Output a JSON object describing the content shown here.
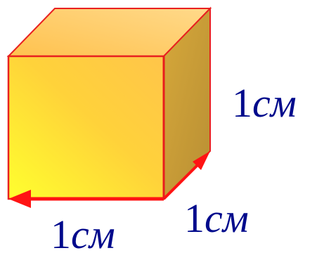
{
  "labels": {
    "height": {
      "number": "1",
      "unit": "см"
    },
    "depth": {
      "number": "1",
      "unit": "см"
    },
    "width": {
      "number": "1",
      "unit": "см"
    }
  },
  "colors": {
    "front_face_light": "#ffff33",
    "front_face_dark": "#ffcc44",
    "top_face": "#ffcc66",
    "side_face": "#c8a03c",
    "edges": "#e81c1c",
    "arrow": "#ff1a1a",
    "label_text": "#000a8c"
  }
}
